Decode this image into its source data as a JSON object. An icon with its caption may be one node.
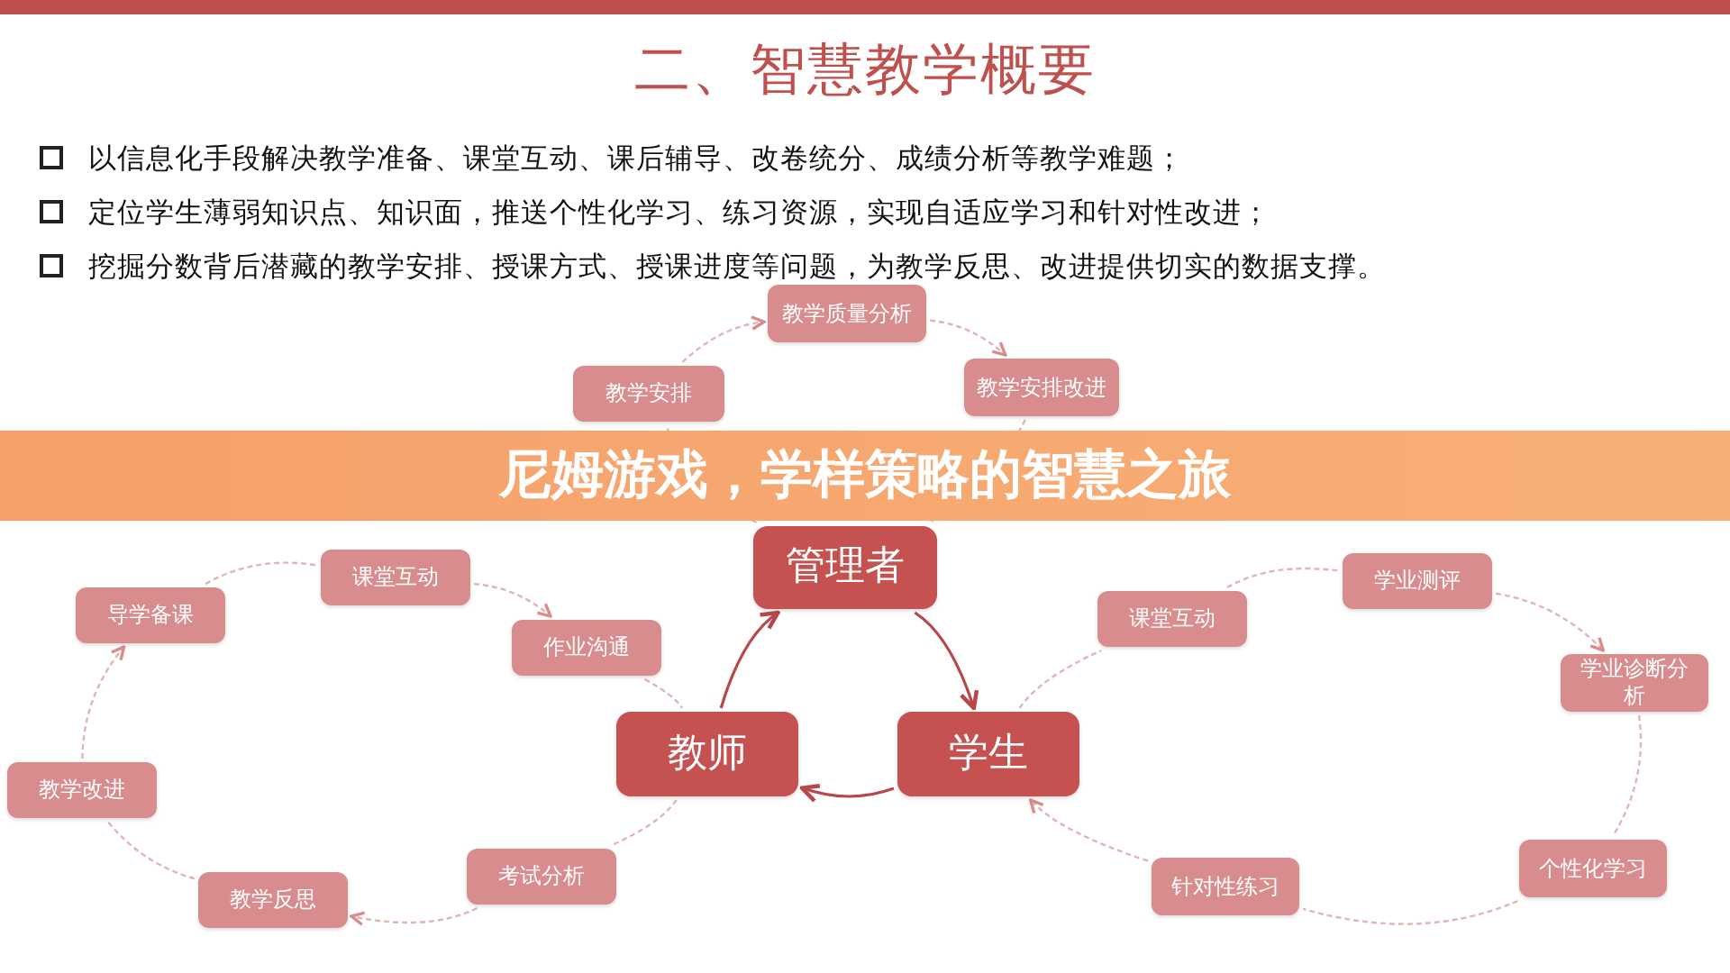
{
  "diagram": {
    "title": "二、智慧教学概要",
    "nodes": [
      {
        "text": [
          "教学质量分析"
        ]
      },
      {
        "text": [
          "教学安排"
        ]
      },
      {
        "text": [
          "教学安排改进"
        ]
      },
      {
        "text": [
          "管理者"
        ]
      },
      {
        "text": [
          "课堂互动"
        ]
      },
      {
        "text": [
          "导学备课"
        ]
      },
      {
        "text": [
          "作业沟通"
        ]
      },
      {
        "text": [
          "课堂互动"
        ]
      },
      {
        "text": [
          "学业测评"
        ]
      },
      {
        "text": [
          "学业诊断分析"
        ]
      },
      {
        "text": [
          "教师"
        ]
      },
      {
        "text": [
          "学生"
        ]
      },
      {
        "text": [
          "教学改进"
        ]
      },
      {
        "text": [
          "个性化学习"
        ]
      },
      {
        "text": [
          "针对性练习"
        ]
      },
      {
        "text": [
          "考试分析"
        ]
      },
      {
        "text": [
          "教学反思"
        ]
      }
    ],
    "edges": [
      {
        "from": 1,
        "to": 0,
        "arrow": "to",
        "style": "dashed"
      },
      {
        "from": 0,
        "to": 2,
        "arrow": "to",
        "style": "dashed"
      },
      {
        "from": 2,
        "to": 3,
        "arrow": "none",
        "style": "dashed"
      },
      {
        "from": 3,
        "to": 1,
        "arrow": "none",
        "style": "dashed"
      },
      {
        "from": 10,
        "to": 3,
        "arrow": "to",
        "color": "#b8474a"
      },
      {
        "from": 3,
        "to": 11,
        "arrow": "to",
        "color": "#b8474a"
      },
      {
        "from": 11,
        "to": 10,
        "arrow": "to",
        "color": "#b8474a"
      },
      {
        "from": 5,
        "to": 4,
        "arrow": "none",
        "style": "dashed"
      },
      {
        "from": 4,
        "to": 6,
        "arrow": "to",
        "style": "dashed"
      },
      {
        "from": 6,
        "to": 10,
        "arrow": "none",
        "style": "dashed"
      },
      {
        "from": 10,
        "to": 15,
        "arrow": "none",
        "style": "dashed"
      },
      {
        "from": 15,
        "to": 16,
        "arrow": "to",
        "style": "dashed"
      },
      {
        "from": 16,
        "to": 12,
        "arrow": "none",
        "style": "dashed"
      },
      {
        "from": 12,
        "to": 5,
        "arrow": "to",
        "style": "dashed"
      },
      {
        "from": 11,
        "to": 7,
        "arrow": "none",
        "style": "dashed"
      },
      {
        "from": 7,
        "to": 8,
        "arrow": "none",
        "style": "dashed"
      },
      {
        "from": 8,
        "to": 9,
        "arrow": "to",
        "style": "dashed"
      },
      {
        "from": 9,
        "to": 13,
        "arrow": "none",
        "style": "dashed"
      },
      {
        "from": 13,
        "to": 14,
        "arrow": "none",
        "style": "dashed"
      },
      {
        "from": 14,
        "to": 11,
        "arrow": "to",
        "style": "dashed"
      }
    ],
    "labels": [
      "以信息化手段解决教学准备、课堂互动、课后辅导、改卷统分、成绩分析等教学难题；",
      "定位学生薄弱知识点、知识面，推送个性化学习、练习资源，实现自适应学习和针对性改进；",
      "挖掘分数背后潜藏的教学安排、授课方式、授课进度等问题，为教学反思、改进提供切实的数据支撑。",
      "尼姆游戏，学样策略的智慧之旅"
    ]
  }
}
